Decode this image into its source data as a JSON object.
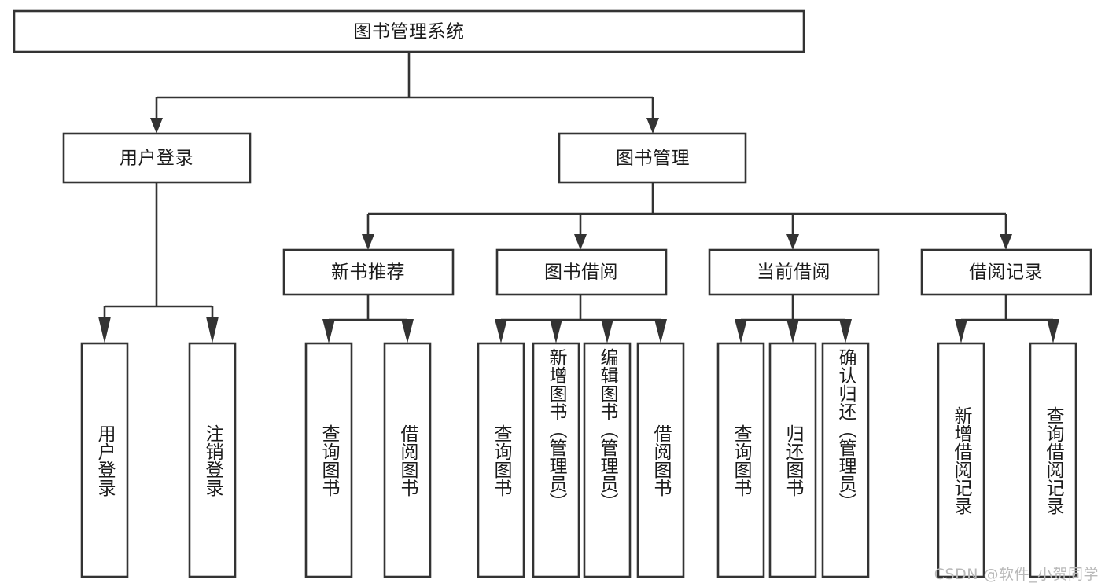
{
  "diagram": {
    "title": "图书管理系统",
    "type": "hierarchy-tree",
    "orientation": "top-down",
    "colors": {
      "box_fill": "#ffffff",
      "box_stroke": "#333333",
      "text": "#1a1a1a",
      "background": "#ffffff",
      "watermark": "#b9b9b9"
    },
    "root": {
      "label": "图书管理系统"
    },
    "level2": [
      {
        "label": "用户登录"
      },
      {
        "label": "图书管理"
      }
    ],
    "level3": [
      {
        "label": "新书推荐"
      },
      {
        "label": "图书借阅"
      },
      {
        "label": "当前借阅"
      },
      {
        "label": "借阅记录"
      }
    ],
    "leaves": {
      "user_login": [
        {
          "label": "用户登录"
        },
        {
          "label": "注销登录"
        }
      ],
      "new_book_recommend": [
        {
          "label": "查询图书"
        },
        {
          "label": "借阅图书"
        }
      ],
      "book_borrow": [
        {
          "label": "查询图书"
        },
        {
          "label": "新增图书（管理员）"
        },
        {
          "label": "编辑图书（管理员）"
        },
        {
          "label": "借阅图书"
        }
      ],
      "current_borrow": [
        {
          "label": "查询图书"
        },
        {
          "label": "归还图书"
        },
        {
          "label": "确认归还（管理员）"
        }
      ],
      "borrow_record": [
        {
          "label": "新增借阅记录"
        },
        {
          "label": "查询借阅记录"
        }
      ]
    }
  },
  "watermark": {
    "text": "CSDN @软件_小贺同学"
  }
}
